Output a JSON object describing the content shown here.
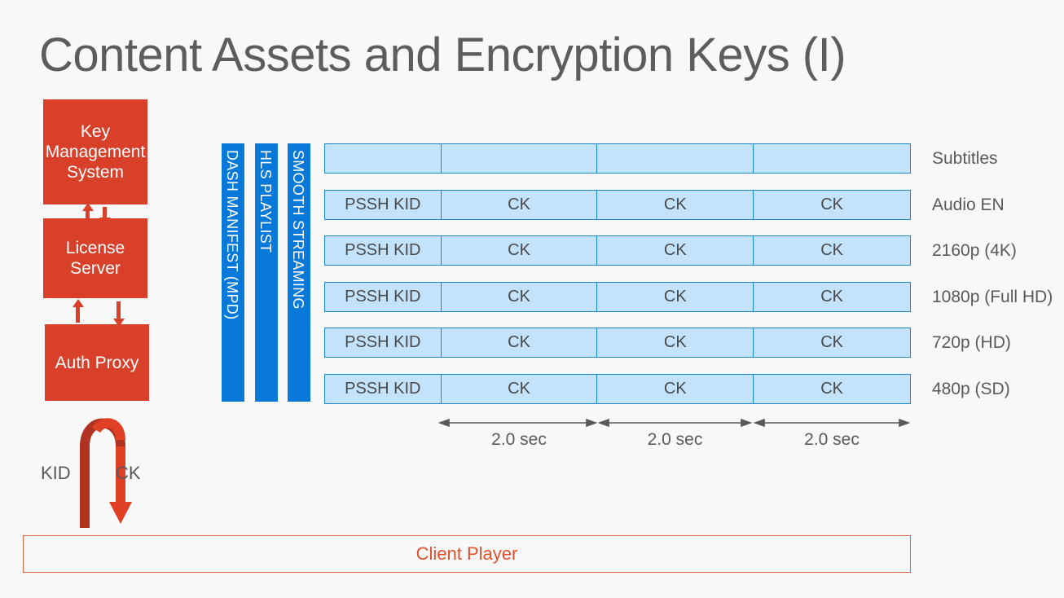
{
  "slide": {
    "title": "Content Assets and Encryption Keys (I)",
    "background_color": "#f8f8f8",
    "title_color": "#5d5d5d"
  },
  "key_system": {
    "box_color": "#d8402a",
    "boxes": [
      {
        "name": "key-management-system",
        "label": "Key Management System"
      },
      {
        "name": "license-server",
        "label": "License Server"
      },
      {
        "name": "auth-proxy",
        "label": "Auth Proxy"
      }
    ]
  },
  "key_flow": {
    "left_label": "KID",
    "right_label": "CK",
    "up_stroke_color": "#b03322",
    "down_stroke_color": "#e04024"
  },
  "manifests": {
    "bar_color": "#0879d8",
    "items": [
      {
        "label": "DASH MANIFEST (MPD)"
      },
      {
        "label": "HLS PLAYLIST"
      },
      {
        "label": "SMOOTH STREAMING"
      }
    ]
  },
  "segment_table": {
    "cell_fill": "#c3e2fb",
    "cell_border": "#1b87d6",
    "rows": [
      {
        "label": "Subtitles",
        "cells": [
          "",
          "",
          "",
          ""
        ]
      },
      {
        "label": "Audio EN",
        "cells": [
          "PSSH KID",
          "CK",
          "CK",
          "CK"
        ]
      },
      {
        "label": "2160p (4K)",
        "cells": [
          "PSSH KID",
          "CK",
          "CK",
          "CK"
        ]
      },
      {
        "label": "1080p (Full HD)",
        "cells": [
          "PSSH KID",
          "CK",
          "CK",
          "CK"
        ]
      },
      {
        "label": "720p (HD)",
        "cells": [
          "PSSH KID",
          "CK",
          "CK",
          "CK"
        ]
      },
      {
        "label": "480p (SD)",
        "cells": [
          "PSSH KID",
          "CK",
          "CK",
          "CK"
        ]
      }
    ]
  },
  "duration_ruler": {
    "segments": [
      "2.0 sec",
      "2.0 sec",
      "2.0 sec"
    ],
    "line_color": "#595959"
  },
  "client": {
    "label": "Client Player",
    "text_color": "#e0512e",
    "border_color": "#e2643f"
  }
}
